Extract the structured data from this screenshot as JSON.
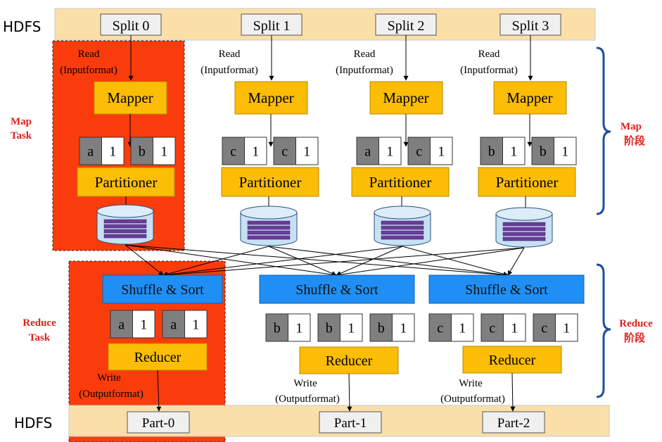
{
  "hdfs_label": "HDFS",
  "splits": [
    "Split 0",
    "Split 1",
    "Split 2",
    "Split 3"
  ],
  "read_line1": "Read",
  "read_line2": "(Inputformat)",
  "mapper_label": "Mapper",
  "partitioner_label": "Partitioner",
  "map_pairs": [
    [
      {
        "key": "a",
        "val": "1"
      },
      {
        "key": "b",
        "val": "1"
      }
    ],
    [
      {
        "key": "c",
        "val": "1"
      },
      {
        "key": "c",
        "val": "1"
      }
    ],
    [
      {
        "key": "a",
        "val": "1"
      },
      {
        "key": "c",
        "val": "1"
      }
    ],
    [
      {
        "key": "b",
        "val": "1"
      },
      {
        "key": "b",
        "val": "1"
      }
    ]
  ],
  "map_task_label": [
    "Map",
    "Task"
  ],
  "map_phase_label": [
    "Map",
    "阶段"
  ],
  "shuffle_label": "Shuffle & Sort",
  "reduce_pairs": [
    [
      {
        "key": "a",
        "val": "1"
      },
      {
        "key": "a",
        "val": "1"
      }
    ],
    [
      {
        "key": "b",
        "val": "1"
      },
      {
        "key": "b",
        "val": "1"
      },
      {
        "key": "b",
        "val": "1"
      }
    ],
    [
      {
        "key": "c",
        "val": "1"
      },
      {
        "key": "c",
        "val": "1"
      },
      {
        "key": "c",
        "val": "1"
      }
    ]
  ],
  "reducer_label": "Reducer",
  "write_line1": "Write",
  "write_line2": "(Outputformat)",
  "reduce_task_label": [
    "Reduce",
    "Task"
  ],
  "reduce_phase_label": [
    "Reduce",
    "阶段"
  ],
  "parts": [
    "Part-0",
    "Part-1",
    "Part-2"
  ],
  "colors": {
    "hdfs_band": "#fbdfa9",
    "task_red": "#fa3c0c",
    "mapper_orange": "#fbbd05",
    "shuffle_blue": "#1f8ff5",
    "key_gray": "#7f7f7f",
    "label_red": "#e0201c",
    "bracket_blue": "#1f4e9c",
    "disk_blue": "#c6e0f4",
    "stack_purple": "#6a3d9a"
  }
}
